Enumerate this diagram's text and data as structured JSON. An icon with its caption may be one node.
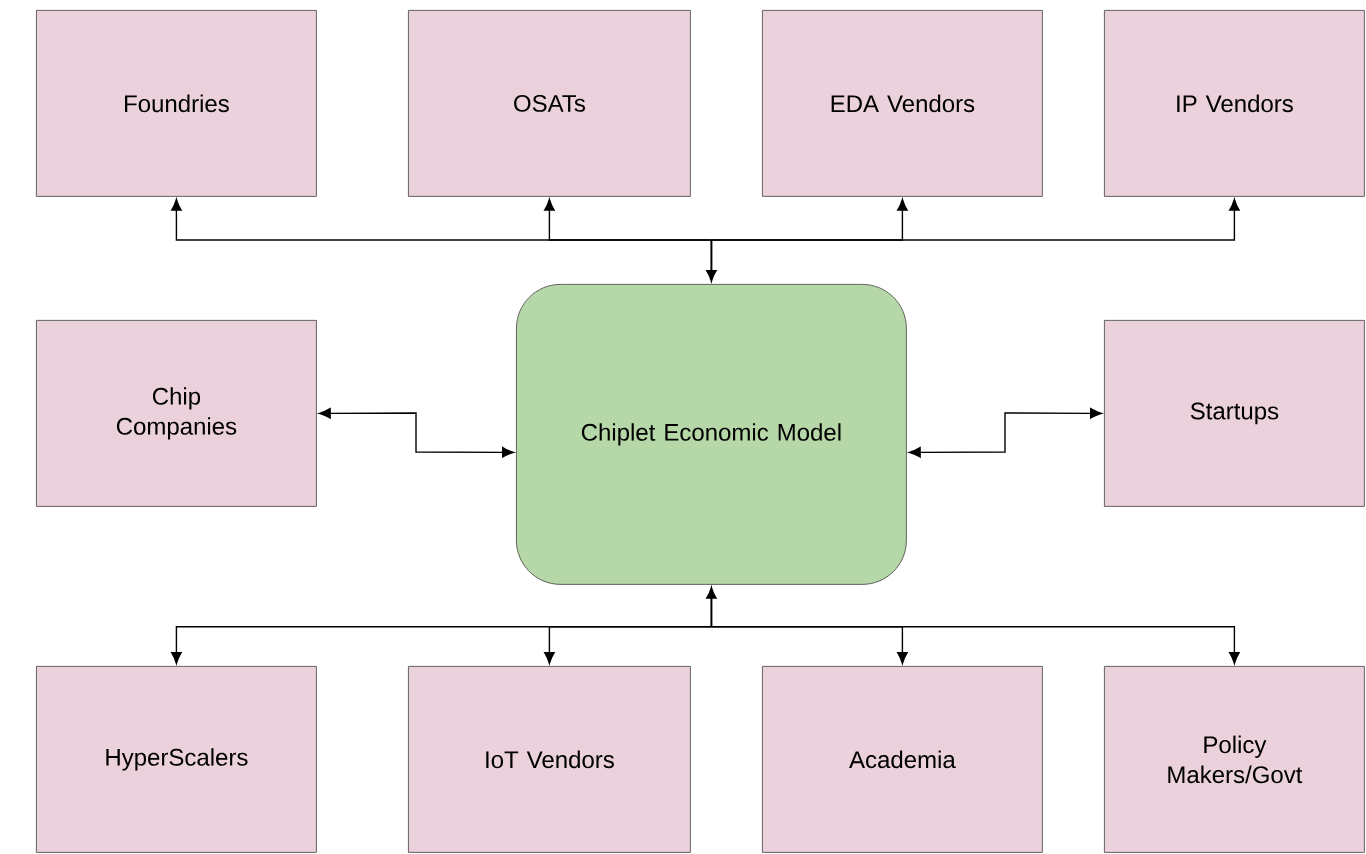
{
  "diagram": {
    "nodes": [
      {
        "text": [
          "Foundries"
        ]
      },
      {
        "text": [
          "OSATs"
        ]
      },
      {
        "text": [
          "EDA Vendors"
        ]
      },
      {
        "text": [
          "IP Vendors"
        ]
      },
      {
        "text": [
          "Chip Companies"
        ]
      },
      {
        "text": [
          "Chiplet Economic Model"
        ]
      },
      {
        "text": [
          "Startups"
        ]
      },
      {
        "text": [
          "HyperScalers"
        ]
      },
      {
        "text": [
          "IoT Vendors"
        ]
      },
      {
        "text": [
          "Academia"
        ]
      },
      {
        "text": [
          "Policy Makers/Govt"
        ]
      }
    ],
    "edges": [
      {
        "from": 5,
        "to": 0,
        "arrow": "both"
      },
      {
        "from": 5,
        "to": 1,
        "arrow": "both"
      },
      {
        "from": 5,
        "to": 2,
        "arrow": "both"
      },
      {
        "from": 5,
        "to": 3,
        "arrow": "both"
      },
      {
        "from": 5,
        "to": 4,
        "arrow": "both"
      },
      {
        "from": 5,
        "to": 6,
        "arrow": "both"
      },
      {
        "from": 5,
        "to": 7,
        "arrow": "both"
      },
      {
        "from": 5,
        "to": 8,
        "arrow": "both"
      },
      {
        "from": 5,
        "to": 9,
        "arrow": "both"
      },
      {
        "from": 5,
        "to": 10,
        "arrow": "both"
      }
    ]
  }
}
